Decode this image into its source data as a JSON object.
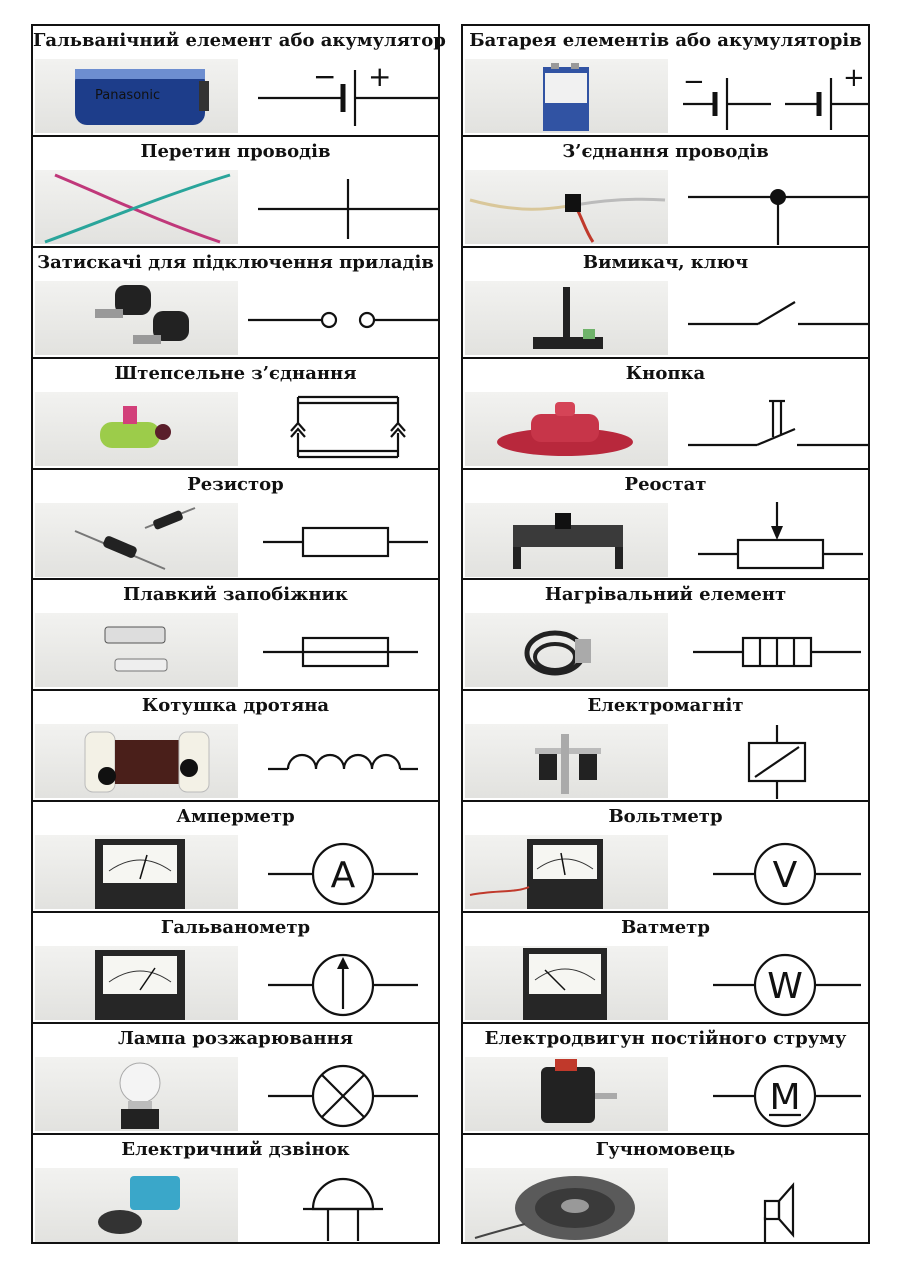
{
  "left": [
    {
      "title": "Гальванічний елемент або акумулятор",
      "photo_label": "Panasonic"
    },
    {
      "title": "Перетин проводів"
    },
    {
      "title": "Затискачі для підключення приладів"
    },
    {
      "title": "Штепсельне з’єднання"
    },
    {
      "title": "Резистор"
    },
    {
      "title": "Плавкий запобіжник"
    },
    {
      "title": "Котушка дротяна"
    },
    {
      "title": "Амперметр",
      "symbol_letter": "A"
    },
    {
      "title": "Гальванометр"
    },
    {
      "title": "Лампа розжарювання"
    },
    {
      "title": "Електричний дзвінок"
    }
  ],
  "right": [
    {
      "title": "Батарея елементів або акумуляторів"
    },
    {
      "title": "З’єднання проводів"
    },
    {
      "title": "Вимикач, ключ"
    },
    {
      "title": "Кнопка"
    },
    {
      "title": "Реостат"
    },
    {
      "title": "Нагрівальний елемент"
    },
    {
      "title": "Електромагніт"
    },
    {
      "title": "Вольтметр",
      "symbol_letter": "V"
    },
    {
      "title": "Ватметр",
      "symbol_letter": "W"
    },
    {
      "title": "Електродвигун постійного струму",
      "symbol_letter": "M"
    },
    {
      "title": "Гучномовець"
    }
  ],
  "signs": {
    "minus": "−",
    "plus": "+"
  }
}
